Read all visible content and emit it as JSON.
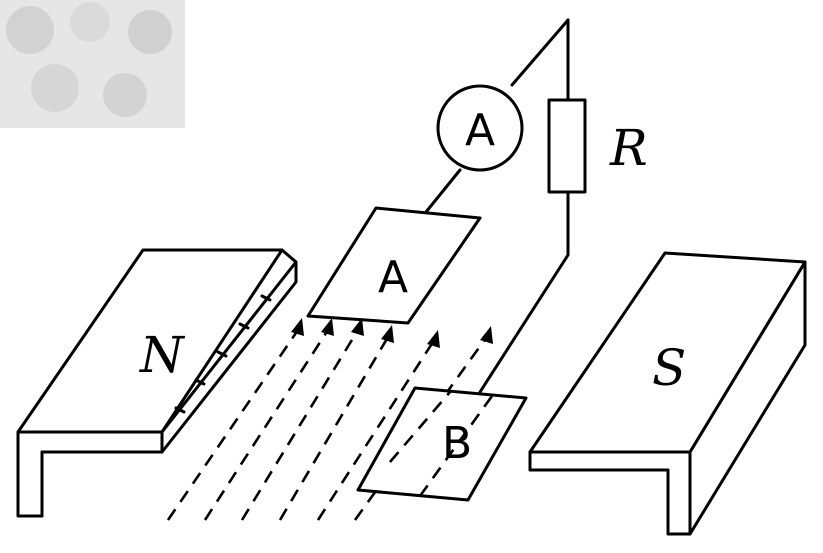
{
  "labels": {
    "magnet_north": "N",
    "magnet_south": "S",
    "plate_a": "A",
    "plate_b": "B",
    "ammeter": "A",
    "resistor": "R"
  },
  "colors": {
    "ink": "#000000",
    "background": "#ffffff",
    "watermark": "#cfcfcf"
  }
}
